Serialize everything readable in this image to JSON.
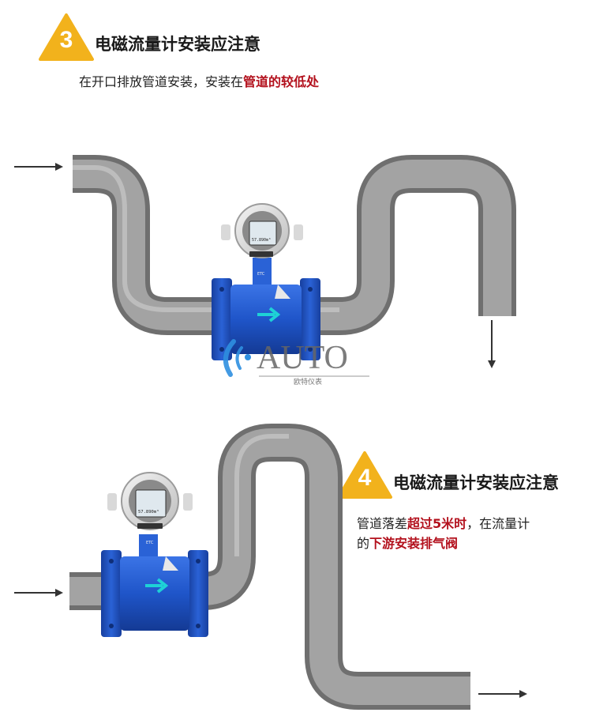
{
  "section3": {
    "number": "3",
    "title": "电磁流量计安装应注意",
    "desc_plain": "在开口排放管道安装，安装在",
    "desc_highlight": "管道的较低处"
  },
  "section4": {
    "number": "4",
    "title": "电磁流量计安装应注意",
    "line1_plain": "管道落差",
    "line1_highlight": "超过5米时",
    "line1_tail": "，在流量计",
    "line2_plain": "的",
    "line2_highlight": "下游安装排气阀"
  },
  "watermark": {
    "brand": "AUTO",
    "subtitle": "欧特仪表"
  },
  "meter": {
    "display_value": "57.890m³",
    "tag": "ETC"
  },
  "colors": {
    "badge": "#f2b21c",
    "highlight": "#b3111d",
    "pipe": "#8c8c8c",
    "meter_body": "#1f55c9",
    "arrow": "#1ed1d6"
  },
  "icons": {
    "inlet": "arrow-right-icon",
    "outlet_top": "arrow-down-icon",
    "outlet_bottom": "arrow-right-icon"
  }
}
